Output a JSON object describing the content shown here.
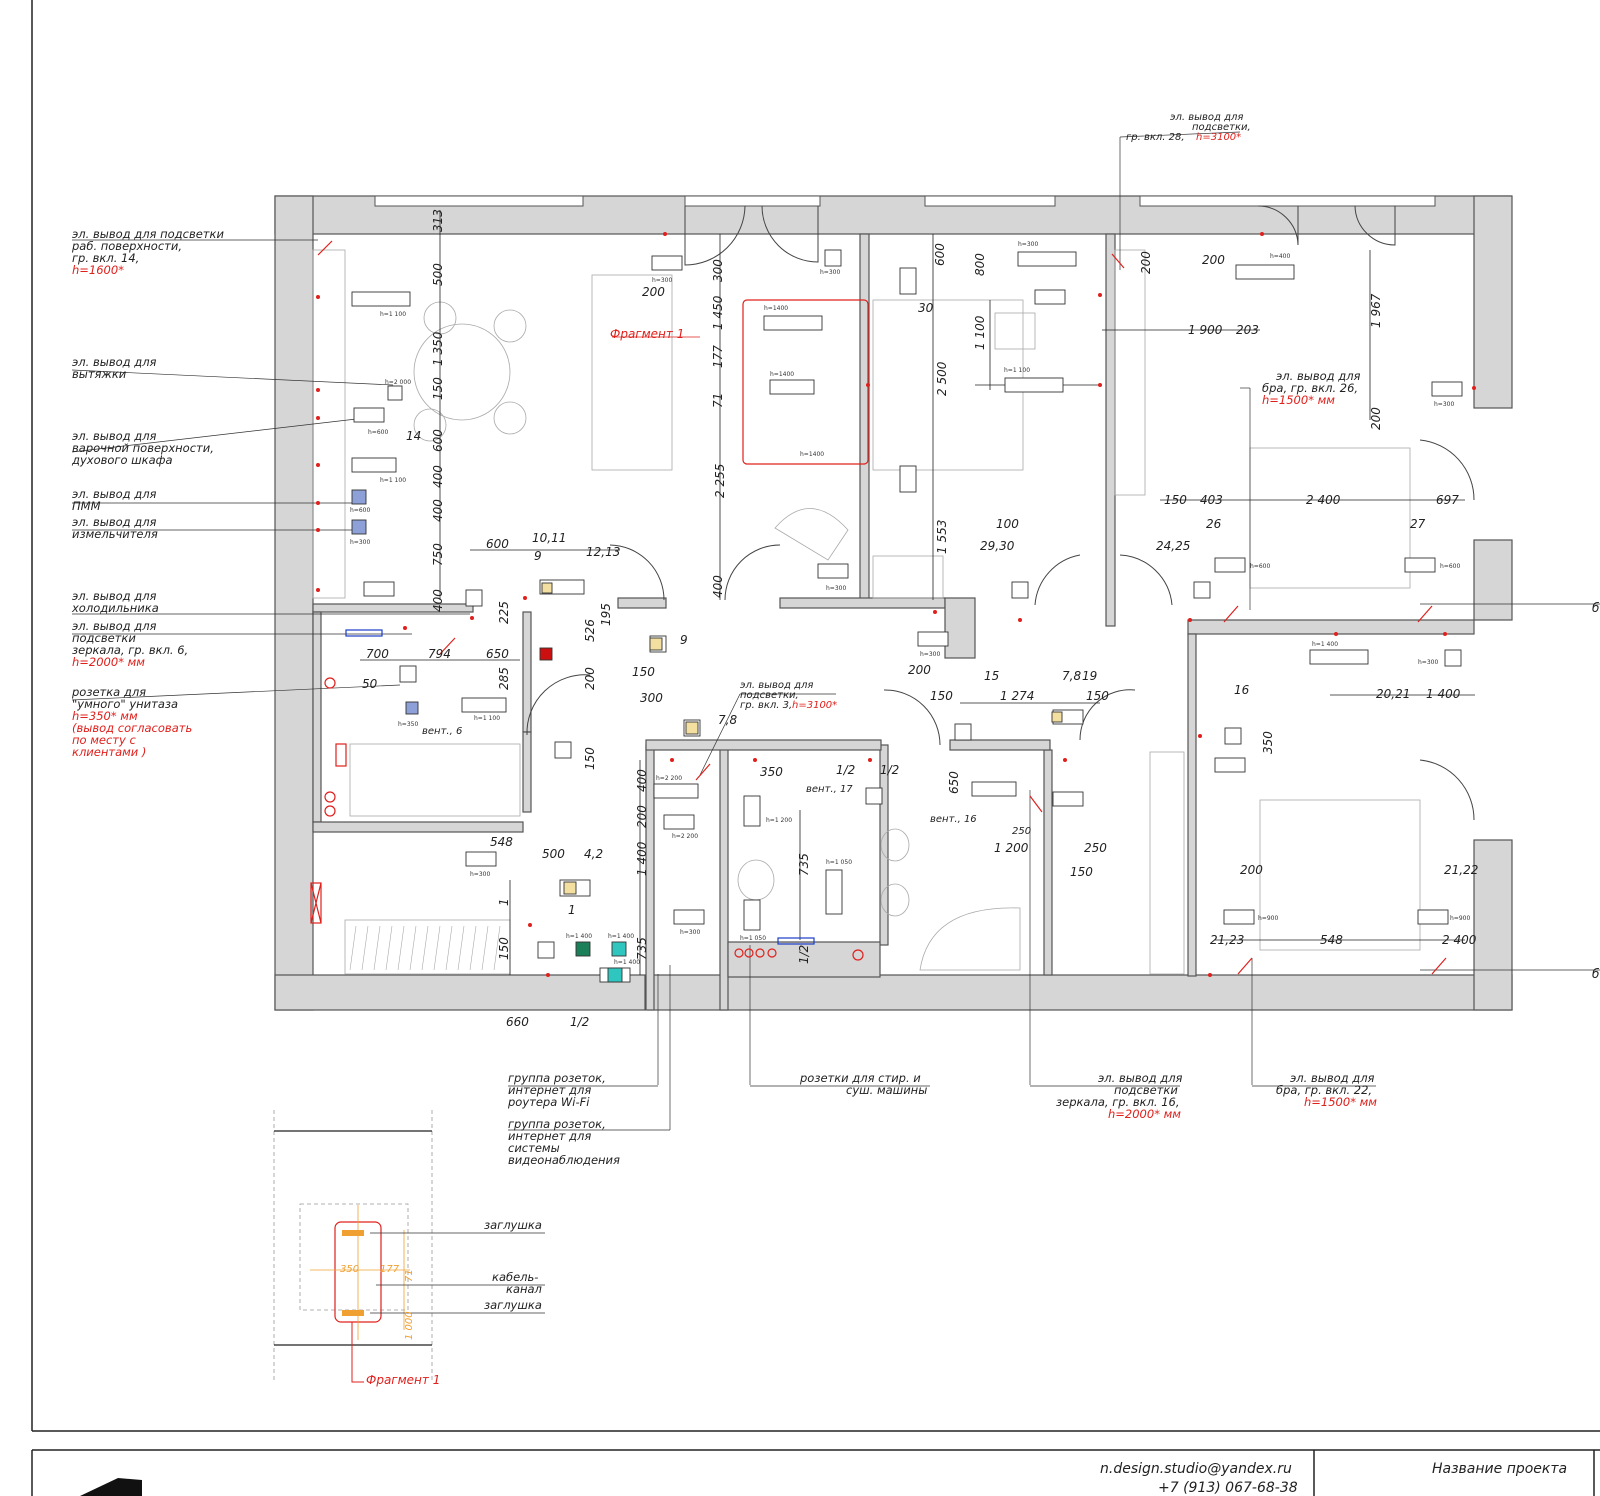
{
  "annotations": {
    "counter_light": {
      "line1": "эл. вывод для подсветки",
      "line2": "раб. поверхности,",
      "line3": "гр. вкл. 14,",
      "height": "h=1600*"
    },
    "hood": {
      "line1": "эл. вывод для",
      "line2": "вытяжки"
    },
    "hob": {
      "line1": "эл. вывод для",
      "line2": "варочной поверхности,",
      "line3": "духового шкафа"
    },
    "dishwasher": {
      "line1": "эл. вывод для",
      "line2": "ПММ"
    },
    "disposer": {
      "line1": "эл. вывод для",
      "line2": "измельчителя"
    },
    "fridge": {
      "line1": "эл. вывод для",
      "line2": "холодильника"
    },
    "mirror_light_6": {
      "line1": "эл. вывод для",
      "line2": "подсветки",
      "line3": "зеркала, гр. вкл. 6,",
      "height": "h=2000* мм"
    },
    "smart_toilet": {
      "line1": "розетка для",
      "line2": "\"умного\" унитаза",
      "height": "h=350* мм",
      "note1": "(вывод согласовать",
      "note2": "по месту с",
      "note3": "клиентами  )"
    },
    "light_28": {
      "line1": "эл. вывод для",
      "line2": "подсветки,",
      "line3": "гр. вкл. 28,",
      "height": "h=3100*"
    },
    "light_3": {
      "line1": "эл. вывод для",
      "line2": "подсветки,",
      "line3": "гр. вкл. 3,",
      "height": "h=3100*"
    },
    "sconce_26": {
      "line1": "эл. вывод для",
      "line2": "бра, гр. вкл. 26,",
      "height": "h=1500* мм"
    },
    "router": {
      "line1": "группа розеток,",
      "line2": "интернет для",
      "line3": "роутера Wi-Fi"
    },
    "cctv": {
      "line1": "группа розеток,",
      "line2": "интернет для",
      "line3": "системы",
      "line4": "видеонаблюдения"
    },
    "washer": {
      "line1": "розетки для стир. и",
      "line2": "суш. машины"
    },
    "mirror_light_16": {
      "line1": "эл. вывод для",
      "line2": "подсветки",
      "line3": "зеркала, гр. вкл. 16,",
      "height": "h=2000* мм"
    },
    "sconce_22": {
      "line1": "эл. вывод для",
      "line2": "бра, гр. вкл. 22,",
      "height": "h=1500* мм"
    },
    "plug_top": "заглушка",
    "cable_channel_1": "кабель-",
    "cable_channel_2": "канал",
    "plug_bottom": "заглушка",
    "fragment_ref": "Фрагмент 1",
    "fragment_label": "Фрагмент 1",
    "vent_6": "вент., 6",
    "vent_17": "вент., 17",
    "vent_16": "вент., 16"
  },
  "dimensions": [
    "313",
    "500",
    "1 350",
    "150",
    "600",
    "400",
    "400",
    "750",
    "400",
    "14",
    "200",
    "300",
    "1 450",
    "177",
    "71",
    "2 255",
    "400",
    "600",
    "800",
    "1 100",
    "2 500",
    "1 553",
    "30",
    "200",
    "1 900",
    "203",
    "1 967",
    "200",
    "150",
    "403",
    "2 400",
    "697",
    "26",
    "27",
    "24,25",
    "100",
    "29,30",
    "600",
    "10,11",
    "9",
    "12,13",
    "195",
    "700",
    "794",
    "650",
    "225",
    "526",
    "195",
    "50",
    "285",
    "200",
    "9",
    "150",
    "300",
    "7,8",
    "150",
    "200",
    "15",
    "7,8",
    "19",
    "150",
    "1 274",
    "150",
    "1/2",
    "1/2",
    "350",
    "650",
    "400",
    "200",
    "1 400",
    "735",
    "1 200",
    "250",
    "150",
    "250",
    "16",
    "20,21",
    "1 400",
    "350",
    "200",
    "21,22",
    "21,23",
    "548",
    "2 400",
    "548",
    "500",
    "4,2",
    "1",
    "1",
    "150",
    "660",
    "1/2",
    "1/2",
    "350",
    "177",
    "71",
    "1 000",
    "400"
  ],
  "heights": [
    "h=300",
    "h=300",
    "h=1400",
    "h=1400",
    "h=1400",
    "h=300",
    "h=1 100",
    "h=2 000",
    "h=600",
    "h=1 100",
    "h=600",
    "h=300",
    "h=300",
    "h=300",
    "h=1 050",
    "h=1 200",
    "h=1 050",
    "h=2 200",
    "h=2 200",
    "h=300",
    "h=1 400",
    "h=1 400",
    "h=1 400",
    "h=400",
    "h=300",
    "h=600",
    "h=600",
    "h=900",
    "h=900",
    "h=1 400",
    "h=300",
    "h=1 100",
    "h=1 100",
    "h=350",
    "h=300"
  ],
  "title_block": {
    "email": "n.design.studio@yandex.ru",
    "phone": "+7 (913) 067-68-38",
    "project_name": "Название проекта"
  },
  "edge_labels": [
    "б",
    "б"
  ],
  "colors": {
    "wall": "#d6d6d6",
    "wall_stroke": "#555555",
    "red": "#e0201c",
    "orange": "#f0a030"
  }
}
